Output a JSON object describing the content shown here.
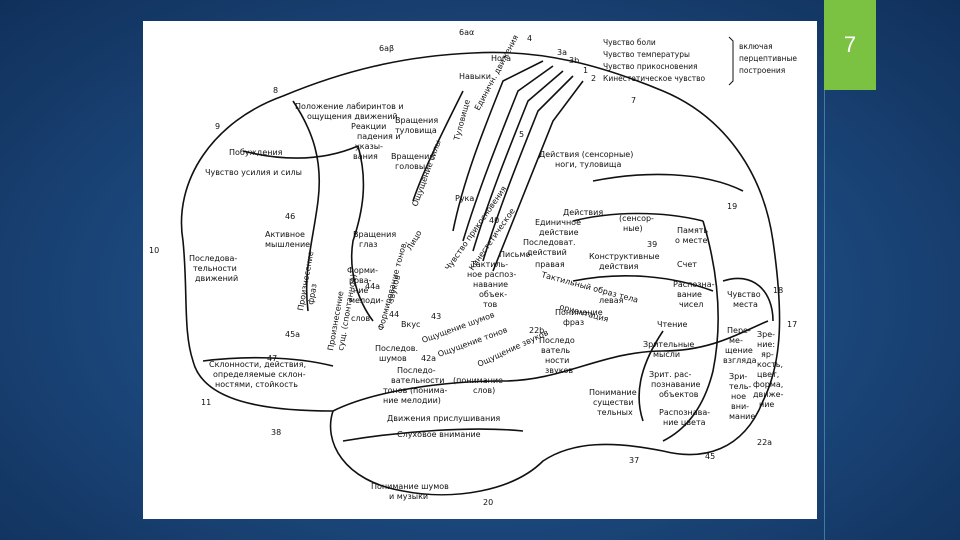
{
  "slide": {
    "number": "7",
    "accent_color": "#7cc242",
    "background_color": "#1d4a80"
  },
  "legend": {
    "items": [
      "Чувство боли",
      "Чувство температуры",
      "Чувство прикосновения",
      "Кинестетическое чувство"
    ],
    "group_note": [
      "включая",
      "перцептивные",
      "построения"
    ]
  },
  "area_numbers": [
    "6aα",
    "6aβ",
    "4",
    "3a",
    "3b",
    "1",
    "2",
    "7",
    "5",
    "8",
    "9",
    "10",
    "46",
    "19",
    "18",
    "17",
    "39",
    "40",
    "43",
    "44",
    "45a",
    "47",
    "11",
    "38",
    "42a",
    "22b",
    "37",
    "20",
    "22a",
    "45",
    "44a"
  ],
  "regions": {
    "labyrinth": [
      "Положение лабиринтов и",
      "ощущения движений"
    ],
    "falling": [
      "Реакции",
      "падения и",
      "указы-",
      "вания"
    ],
    "trunk_rot": [
      "Вращения",
      "туловища"
    ],
    "head_rot": [
      "Вращения",
      "головы"
    ],
    "leg_area": "Нога",
    "skills": "Навыки",
    "single_move": "Единичн. движения",
    "trunk_strip": "Туловище",
    "urges": "Побуждения",
    "effort": "Чувство усилия и силы",
    "active_thinking": [
      "Активное",
      "мышление"
    ],
    "movement_seq": [
      "Последова-",
      "тельности",
      "движений"
    ],
    "eye_rot": [
      "Вращения",
      "глаз"
    ],
    "force": "Ощущение силы",
    "face": "Лицо",
    "hand": "Рука",
    "touch": "Чувство прикосновения",
    "kinesthetic": "Кинестетическое",
    "actions_sensory": [
      "Действия (сенсорные)",
      "ноги, туловища"
    ],
    "actions_single": [
      "Действия",
      "Единичное",
      "действие",
      "Последоват.",
      "действий"
    ],
    "sensory_paren": [
      "(сенсор-",
      "ные)"
    ],
    "constructive": [
      "Конструктивные",
      "действия"
    ],
    "writing": "Письмо",
    "tactile_recog": [
      "Тактиль-",
      "ное распоз-",
      "навание",
      "объек-",
      "тов"
    ],
    "tactile_image": [
      "Тактильный образ тела",
      "правая",
      "левая",
      "ориентация"
    ],
    "phrase_pron": [
      "Произнесение",
      "фраз"
    ],
    "spontaneous": [
      "Произнесение",
      "сущ. (спонтанное)"
    ],
    "melody": [
      "Форми-",
      "рова-",
      "ние",
      "мелоди-",
      "слов"
    ],
    "tone_form": [
      "Формирование тонов,",
      "звуков"
    ],
    "taste": "Вкус",
    "noise": "Ощущение шумов",
    "tones": "Ощущение тонов",
    "sounds": "Ощущение звуков",
    "phrase_underst": [
      "Понимание",
      "фраз"
    ],
    "seq_words": [
      "Последо",
      "ватель",
      "ности",
      "звуков",
      "(понимание",
      "слов)"
    ],
    "seq_tones": [
      "Последо-",
      "вательности",
      "тонов (понима-",
      "ние мелодии)"
    ],
    "seq_noise": [
      "Последов.",
      "шумов"
    ],
    "tendencies": [
      "Склонности, действия,",
      "определяемые склон-",
      "ностями, стойкость"
    ],
    "listening": [
      "Движения прислушивания",
      "Слуховое внимание"
    ],
    "music": [
      "Понимание шумов",
      "и музыки"
    ],
    "nouns": [
      "Понимание",
      "существи",
      "тельных"
    ],
    "place_mem": [
      "Память",
      "о месте"
    ],
    "counting": "Счет",
    "num_recog": [
      "Распозна-",
      "вание",
      "чисел"
    ],
    "reading": "Чтение",
    "visual_thoughts": [
      "Зрительные",
      "мысли"
    ],
    "obj_recog": [
      "Зрит. рас-",
      "познавание",
      "объектов"
    ],
    "color_recog": [
      "Распознава-",
      "ние цвета"
    ],
    "place_sense": [
      "Чувство",
      "места"
    ],
    "gaze": [
      "Пере-",
      "ме-",
      "щение",
      "взгляда"
    ],
    "vis_att": [
      "Зри-",
      "тель-",
      "ное",
      "вни-",
      "мание"
    ],
    "vision": [
      "Зре-",
      "ние:",
      "яр-",
      "кость,",
      "цвет,",
      "форма,",
      "движе-",
      "ние"
    ]
  }
}
